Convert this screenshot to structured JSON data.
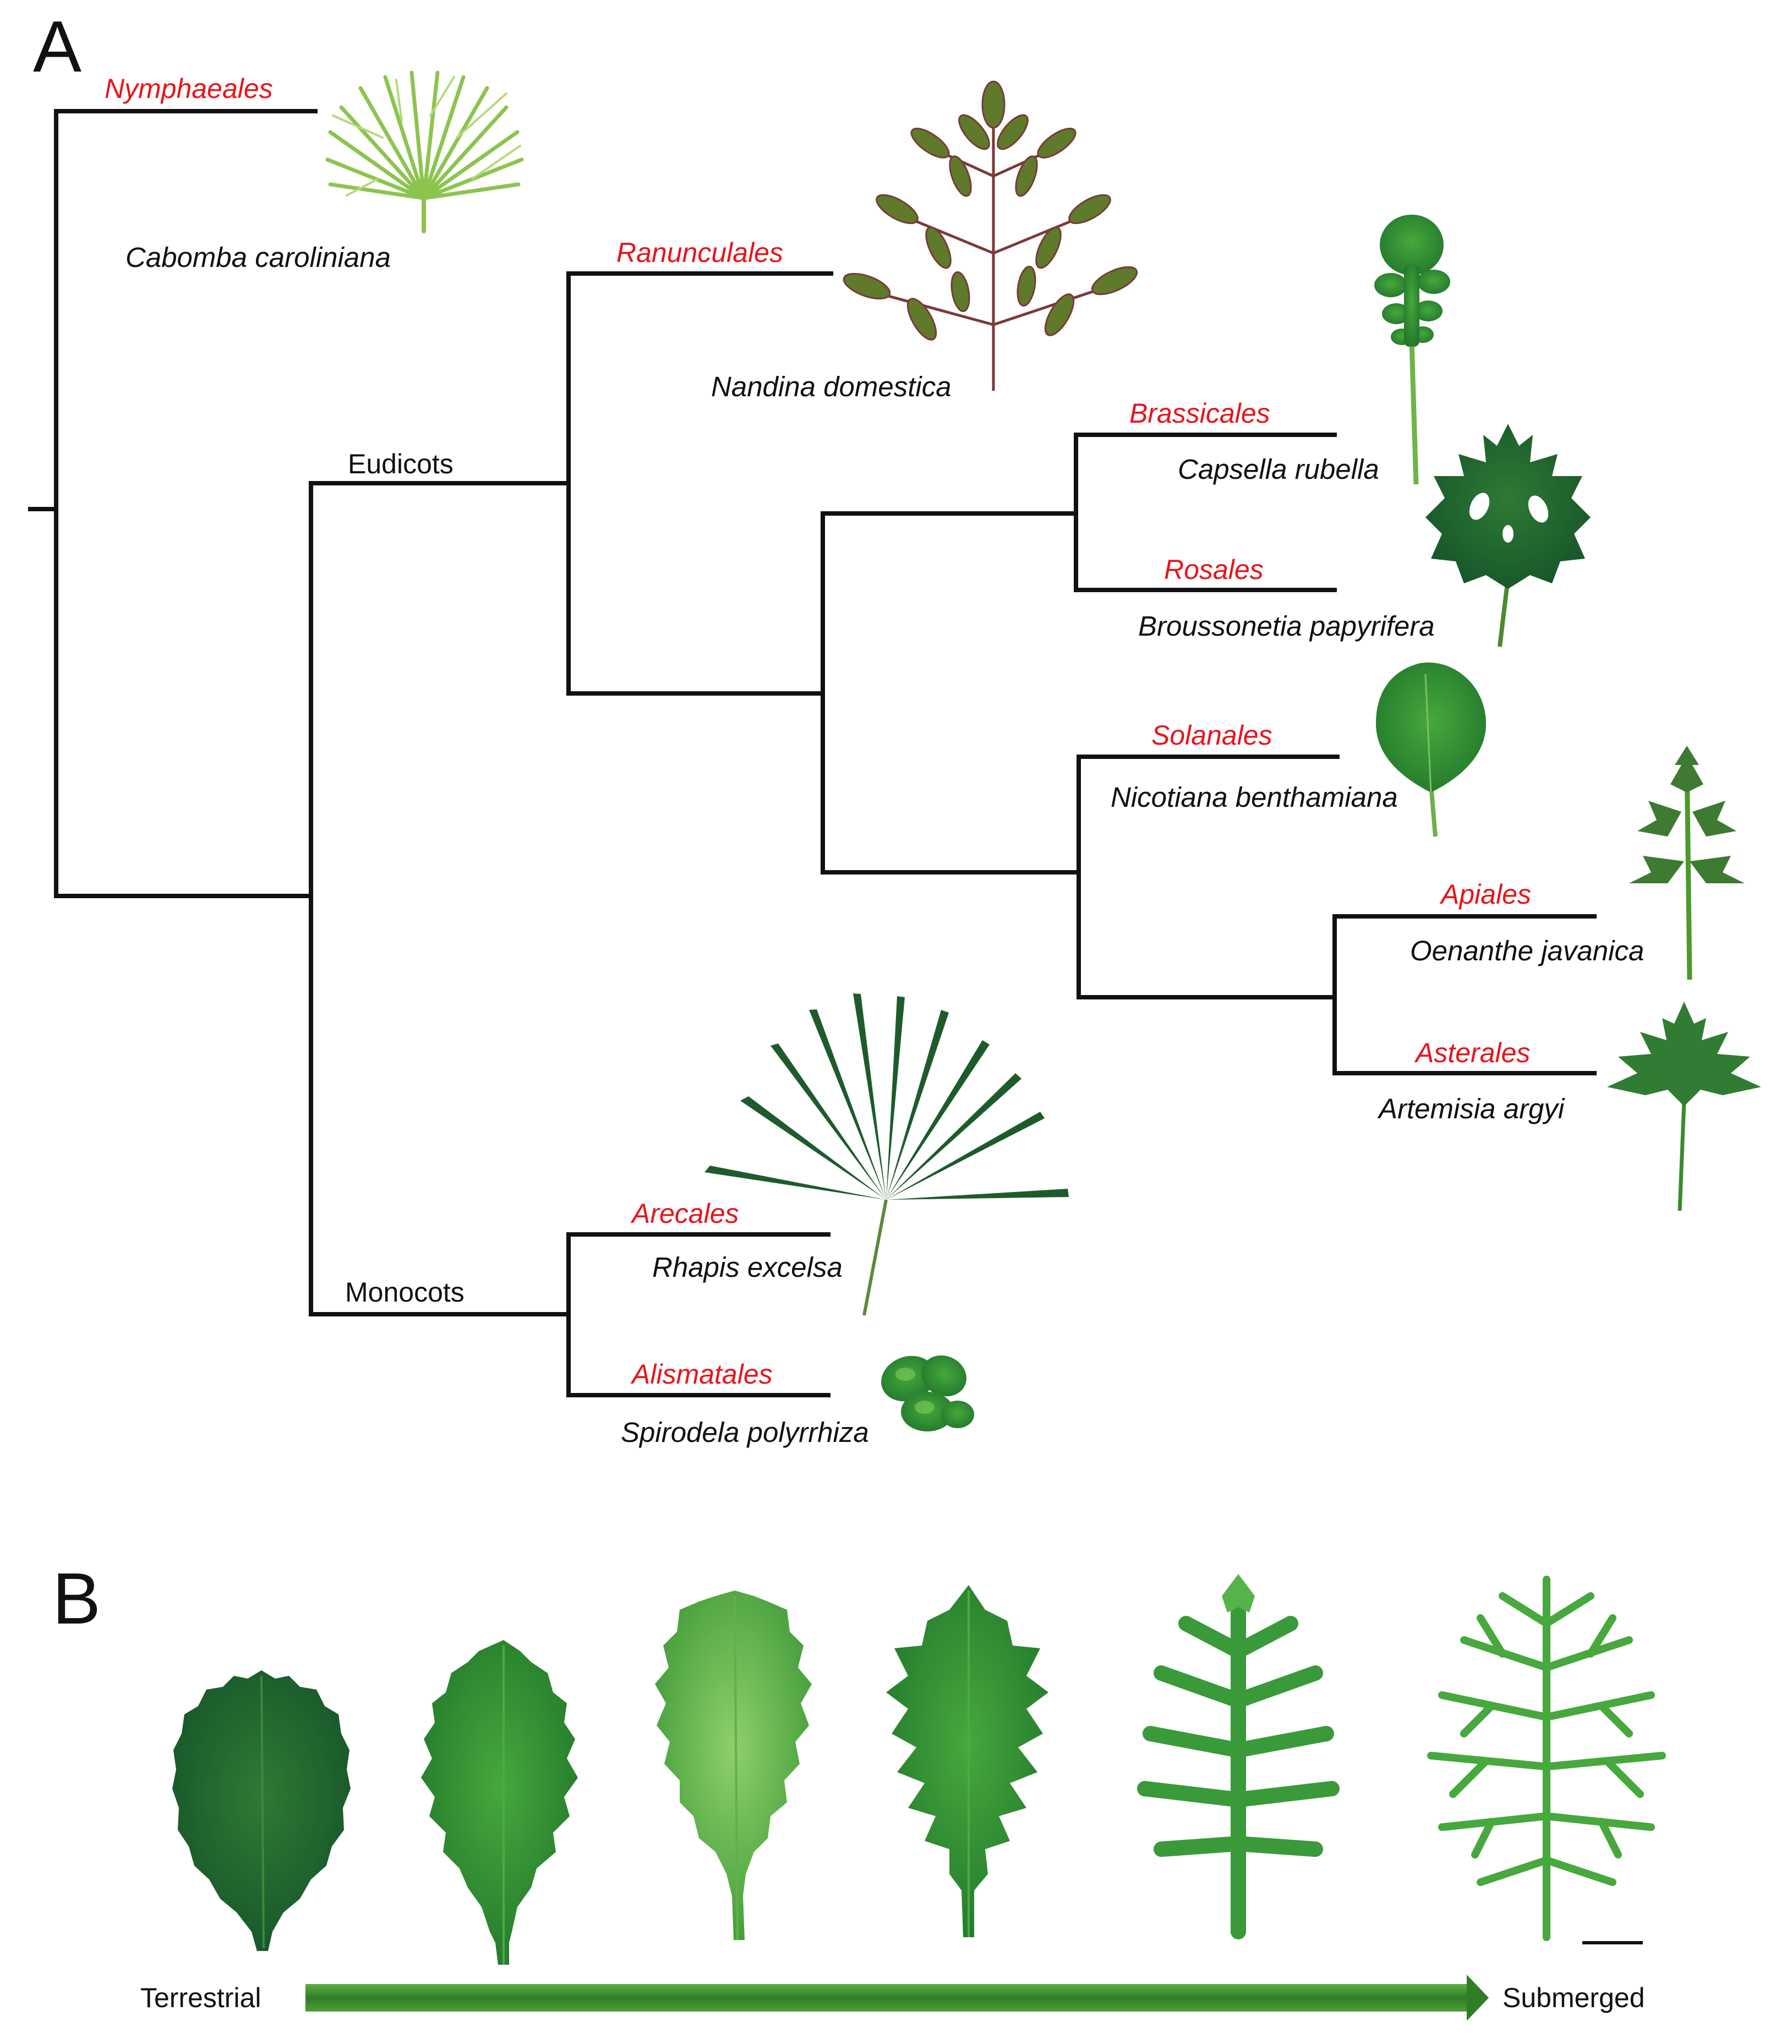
{
  "panels": {
    "a": "A",
    "b": "B"
  },
  "colors": {
    "order_label": "#e8141c",
    "branch": "#111111",
    "leaf_dark": "#1f6b2a",
    "leaf_mid": "#2f8f3a",
    "leaf_light": "#6fbf4a",
    "arrow": "#3a8a2e"
  },
  "tree": {
    "clades": {
      "eudicots": "Eudicots",
      "monocots": "Monocots"
    },
    "taxa": {
      "cabomba": {
        "order": "Nymphaeales",
        "species": "Cabomba caroliniana",
        "leaf_icon": "dissected-fan-leaf-icon"
      },
      "nandina": {
        "order": "Ranunculales",
        "species": "Nandina domestica",
        "leaf_icon": "compound-leaf-icon"
      },
      "capsella": {
        "order": "Brassicales",
        "species": "Capsella rubella",
        "leaf_icon": "lobed-rosette-leaf-icon"
      },
      "broussonetia": {
        "order": "Rosales",
        "species": "Broussonetia papyrifera",
        "leaf_icon": "palmate-lobed-leaf-icon"
      },
      "nicotiana": {
        "order": "Solanales",
        "species": "Nicotiana benthamiana",
        "leaf_icon": "ovate-leaf-icon"
      },
      "oenanthe": {
        "order": "Apiales",
        "species": "Oenanthe javanica",
        "leaf_icon": "pinnate-leaf-icon"
      },
      "artemisia": {
        "order": "Asterales",
        "species": "Artemisia argyi",
        "leaf_icon": "pinnatifid-leaf-icon"
      },
      "rhapis": {
        "order": "Arecales",
        "species": "Rhapis excelsa",
        "leaf_icon": "palm-fan-leaf-icon"
      },
      "spirodela": {
        "order": "Alismatales",
        "species": "Spirodela polyrrhiza",
        "leaf_icon": "duckweed-fronds-icon"
      }
    }
  },
  "gradient": {
    "start_label": "Terrestrial",
    "end_label": "Submerged",
    "leaf_count": 6,
    "leaf_icons": [
      "serrated-ovate-leaf-icon",
      "toothed-leaf-icon",
      "shallow-lobed-leaf-icon",
      "lobed-leaf-icon",
      "deeply-lobed-leaf-icon",
      "finely-dissected-leaf-icon"
    ]
  }
}
